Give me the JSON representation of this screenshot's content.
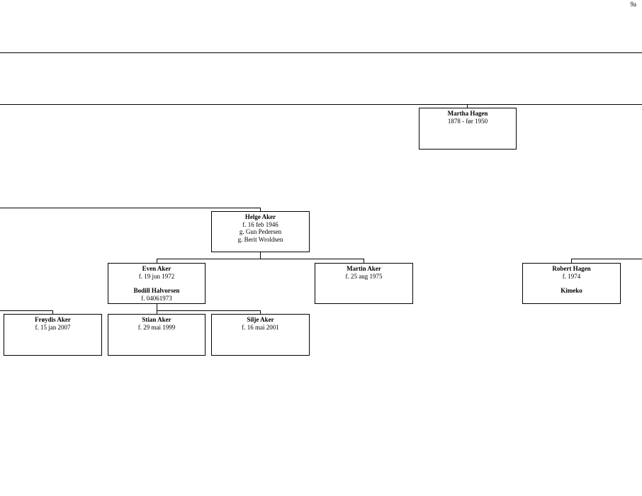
{
  "page_number": "9a",
  "persons": {
    "martha": {
      "name": "Martha Hagen",
      "line1": "1878 - før 1950"
    },
    "helge": {
      "name": "Helge Aker",
      "line1": "f. 16 feb 1946",
      "line2": "g. Gun Pedersen",
      "line3": "g. Berit Wroldsen"
    },
    "even": {
      "name": "Even Aker",
      "line1": "f. 19 jun 1972",
      "spouse_name": "Bodill Halvorsen",
      "spouse_line1": "f. 04061973"
    },
    "martin": {
      "name": "Martin Aker",
      "line1": "f. 25 aug 1975"
    },
    "robert": {
      "name": "Robert Hagen",
      "line1": "f. 1974",
      "line2": "Kimeko"
    },
    "froydis": {
      "name": "Frøydis Aker",
      "line1": "f. 15 jan 2007"
    },
    "stian": {
      "name": "Stian Aker",
      "line1": "f. 29 mai 1999"
    },
    "silje": {
      "name": "Silje Aker",
      "line1": "f. 16 mai 2001"
    }
  }
}
